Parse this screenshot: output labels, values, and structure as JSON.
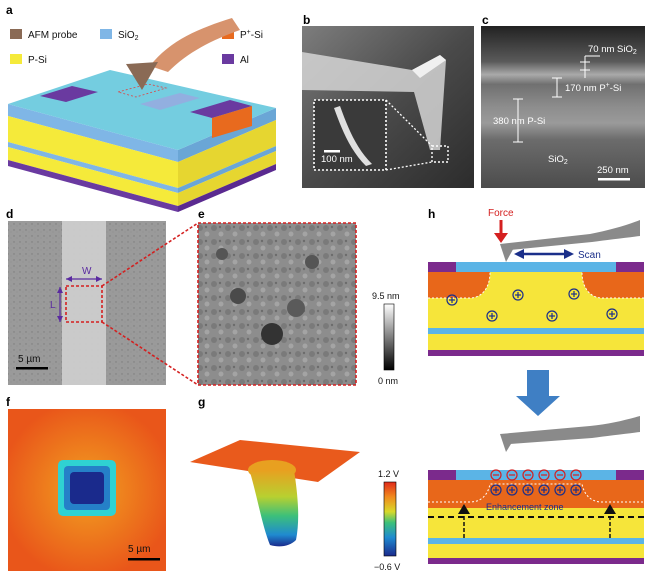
{
  "panels": {
    "a": {
      "letter": "a",
      "legend": [
        {
          "label": "AFM probe",
          "color": "#8a6a55"
        },
        {
          "label": "SiO2",
          "color": "#7fb6e6"
        },
        {
          "label": "P+-Si",
          "color": "#e86a1e"
        },
        {
          "label": "P-Si",
          "color": "#f5ea3a"
        },
        {
          "label": "Al",
          "color": "#6a3aa0"
        }
      ]
    },
    "b": {
      "letter": "b",
      "scale_bar": "100 nm"
    },
    "c": {
      "letter": "c",
      "layers": [
        "70 nm SiO2",
        "170 nm P+-Si",
        "380 nm P-Si",
        "SiO2"
      ],
      "scale_bar": "250 nm"
    },
    "d": {
      "letter": "d",
      "width_label": "W",
      "length_label": "L",
      "scale_bar": "5 µm"
    },
    "e": {
      "letter": "e",
      "colorbar_max": "9.5 nm",
      "colorbar_min": "0 nm"
    },
    "f": {
      "letter": "f",
      "scale_bar": "5 µm"
    },
    "g": {
      "letter": "g",
      "colorbar_max": "1.2 V",
      "colorbar_min": "−0.6 V"
    },
    "h": {
      "letter": "h",
      "force_label": "Force",
      "scan_label": "Scan",
      "zone_label": "Enhancement zone"
    }
  },
  "colors": {
    "sio2": "#5bb4e6",
    "p_plus_si": "#e8671a",
    "p_si": "#f6e53a",
    "al": "#7b2a8c",
    "probe": "#8a8a8a",
    "force_arrow": "#d42020",
    "scan_arrow": "#1b2f8a",
    "process_arrow": "#3f7fc4"
  }
}
